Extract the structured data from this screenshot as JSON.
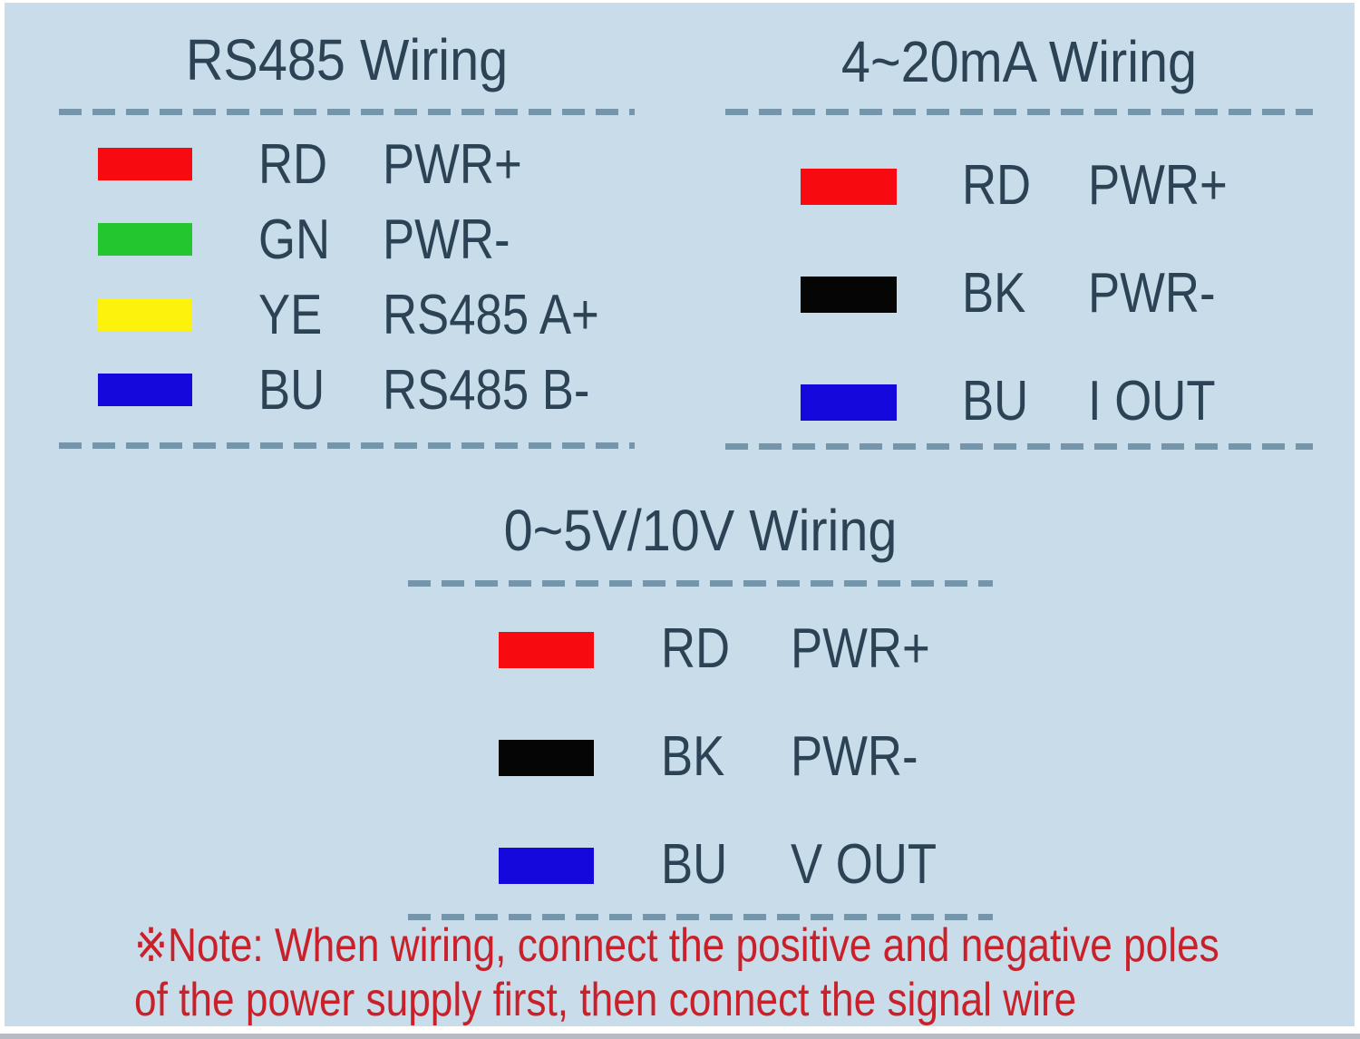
{
  "colors": {
    "panel_bg": "#c9dce9",
    "frame_bg": "#ffffff",
    "bottom_strip": "#b6bcc1",
    "dash": "#7595aa",
    "heading_text": "#2c4356",
    "note_text": "#c9202a"
  },
  "sections": [
    {
      "title": "RS485 Wiring",
      "rows": [
        {
          "abbr": "RD",
          "signal": "PWR+",
          "wire_color_name": "red",
          "color": "#f70b10"
        },
        {
          "abbr": "GN",
          "signal": "PWR-",
          "wire_color_name": "green",
          "color": "#23c62e"
        },
        {
          "abbr": "YE",
          "signal": "RS485 A+",
          "wire_color_name": "yellow",
          "color": "#fdf20c"
        },
        {
          "abbr": "BU",
          "signal": "RS485 B-",
          "wire_color_name": "blue",
          "color": "#1508dc"
        }
      ]
    },
    {
      "title": "4~20mA Wiring",
      "rows": [
        {
          "abbr": "RD",
          "signal": "PWR+",
          "wire_color_name": "red",
          "color": "#f70b10"
        },
        {
          "abbr": "BK",
          "signal": "PWR-",
          "wire_color_name": "black",
          "color": "#050505"
        },
        {
          "abbr": "BU",
          "signal": "I OUT",
          "wire_color_name": "blue",
          "color": "#1508dc"
        }
      ]
    },
    {
      "title": "0~5V/10V Wiring",
      "rows": [
        {
          "abbr": "RD",
          "signal": "PWR+",
          "wire_color_name": "red",
          "color": "#f70b10"
        },
        {
          "abbr": "BK",
          "signal": "PWR-",
          "wire_color_name": "black",
          "color": "#050505"
        },
        {
          "abbr": "BU",
          "signal": "V OUT",
          "wire_color_name": "blue",
          "color": "#1508dc"
        }
      ]
    }
  ],
  "note": {
    "line1": "※Note: When wiring, connect the positive and negative poles",
    "line2": "of the power supply first, then connect the signal wire"
  }
}
